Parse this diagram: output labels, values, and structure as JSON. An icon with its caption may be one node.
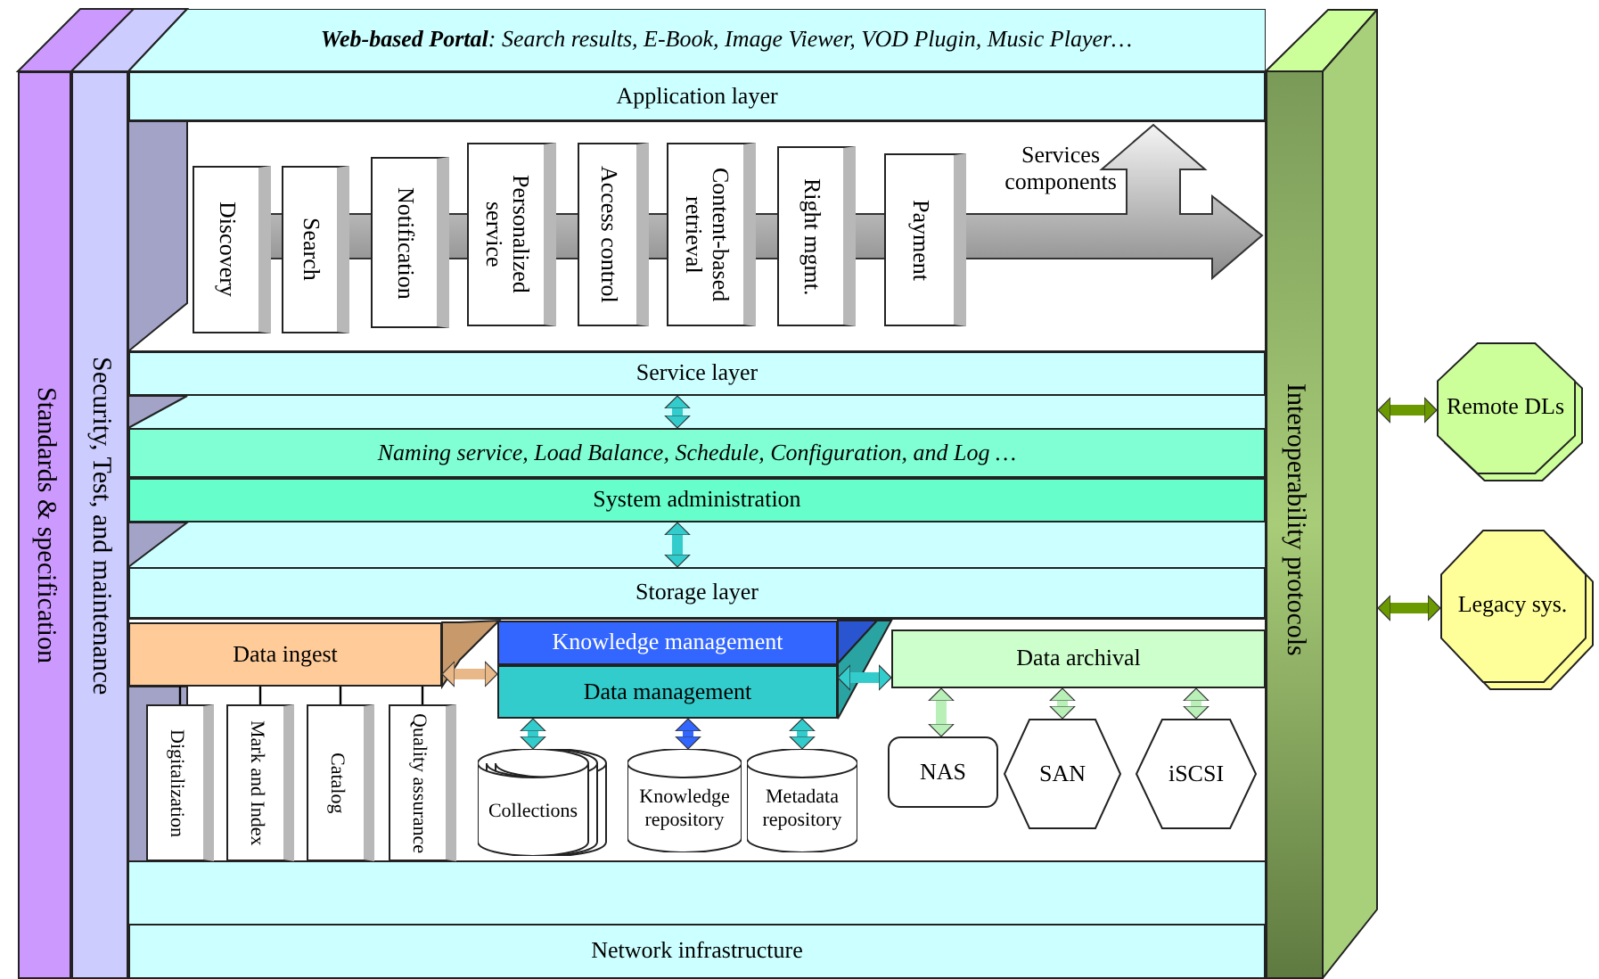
{
  "diagram": {
    "nodes": [
      {
        "text": [
          "Standards & specification"
        ]
      },
      {
        "text": [
          "Security, Test, and maintenance"
        ]
      },
      {
        "text": [
          "**Web-based Portal**: Search results, E-Book, Image Viewer, VOD Plugin, Music Player…"
        ]
      },
      {
        "text": [
          "Application layer"
        ]
      },
      {
        "text": [
          "Discovery"
        ]
      },
      {
        "text": [
          "Search"
        ]
      },
      {
        "text": [
          "Notification"
        ]
      },
      {
        "text": [
          "Personalized service"
        ]
      },
      {
        "text": [
          "Access control"
        ]
      },
      {
        "text": [
          "Content-based retrieval"
        ]
      },
      {
        "text": [
          "Right mgmt."
        ]
      },
      {
        "text": [
          "Payment"
        ]
      },
      {
        "text": [
          "Service layer"
        ]
      },
      {
        "text": [
          "Naming service, Load Balance, Schedule, Configuration, and Log …"
        ]
      },
      {
        "text": [
          "System administration"
        ]
      },
      {
        "text": [
          "Storage layer"
        ]
      },
      {
        "text": [
          "Data ingest"
        ]
      },
      {
        "text": [
          "Digitalization"
        ]
      },
      {
        "text": [
          "Mark and Index"
        ]
      },
      {
        "text": [
          "Catalog"
        ]
      },
      {
        "text": [
          "Quality assurance"
        ]
      },
      {
        "text": [
          "Knowledge management"
        ]
      },
      {
        "text": [
          "Data management"
        ]
      },
      {
        "text": [
          "Collections"
        ]
      },
      {
        "text": [
          "Knowledge repository"
        ]
      },
      {
        "text": [
          "Metadata repository"
        ]
      },
      {
        "text": [
          "Data archival"
        ]
      },
      {
        "text": [
          "NAS"
        ]
      },
      {
        "text": [
          "SAN"
        ]
      },
      {
        "text": [
          "iSCSI"
        ]
      },
      {
        "text": [
          "Network infrastructure"
        ]
      },
      {
        "text": [
          "Interoperability protocols"
        ]
      },
      {
        "text": [
          "Remote DLs"
        ]
      },
      {
        "text": [
          "Legacy sys."
        ]
      }
    ],
    "edges": [
      {
        "from": 12,
        "to": 13,
        "arrow": "both"
      },
      {
        "from": 14,
        "to": 15,
        "arrow": "both"
      },
      {
        "from": 16,
        "to": 22,
        "arrow": "both",
        "color": "#e8b888"
      },
      {
        "from": 22,
        "to": 26,
        "arrow": "both"
      },
      {
        "from": 22,
        "to": 23,
        "arrow": "both"
      },
      {
        "from": 22,
        "to": 24,
        "arrow": "both",
        "color": "#3366ff"
      },
      {
        "from": 22,
        "to": 25,
        "arrow": "both"
      },
      {
        "from": 26,
        "to": 27,
        "arrow": "both",
        "color": "#b8f0b8"
      },
      {
        "from": 26,
        "to": 28,
        "arrow": "both",
        "color": "#b8f0b8"
      },
      {
        "from": 26,
        "to": 29,
        "arrow": "both",
        "color": "#b8f0b8"
      },
      {
        "from": 16,
        "to": 17,
        "arrow": "none",
        "color": "#000000"
      },
      {
        "from": 16,
        "to": 18,
        "arrow": "none",
        "color": "#000000"
      },
      {
        "from": 16,
        "to": 19,
        "arrow": "none",
        "color": "#000000"
      },
      {
        "from": 16,
        "to": 20,
        "arrow": "none",
        "color": "#000000"
      },
      {
        "from": 31,
        "to": 32,
        "arrow": "both",
        "color": "#6b9900"
      },
      {
        "from": 31,
        "to": 33,
        "arrow": "both",
        "color": "#6b9900"
      }
    ],
    "labels": [
      "Services components"
    ]
  }
}
